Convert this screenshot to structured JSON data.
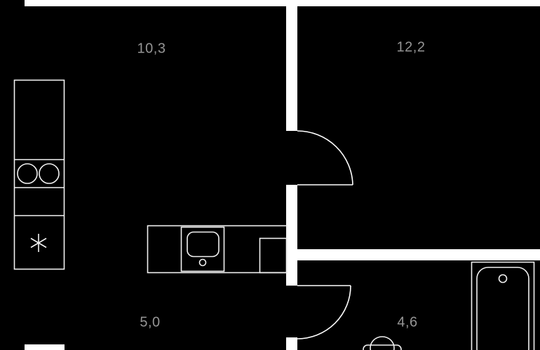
{
  "floorplan": {
    "title": "apartment-floor-plan",
    "colors": {
      "background": "#000000",
      "walls": "#ffffff",
      "fixture_lines": "#f2f2f2",
      "area_labels": "#959595"
    },
    "rooms": {
      "living": {
        "area_label": "10,3"
      },
      "bedroom": {
        "area_label": "12,2"
      },
      "hallway": {
        "area_label": "5,0"
      },
      "bathroom": {
        "area_label": "4,6"
      }
    },
    "fixtures": [
      "kitchen-tall-cabinet",
      "cooktop-two-burners",
      "fridge-asterisk",
      "kitchen-counter",
      "sink",
      "stove",
      "bathtub",
      "toilet"
    ]
  }
}
